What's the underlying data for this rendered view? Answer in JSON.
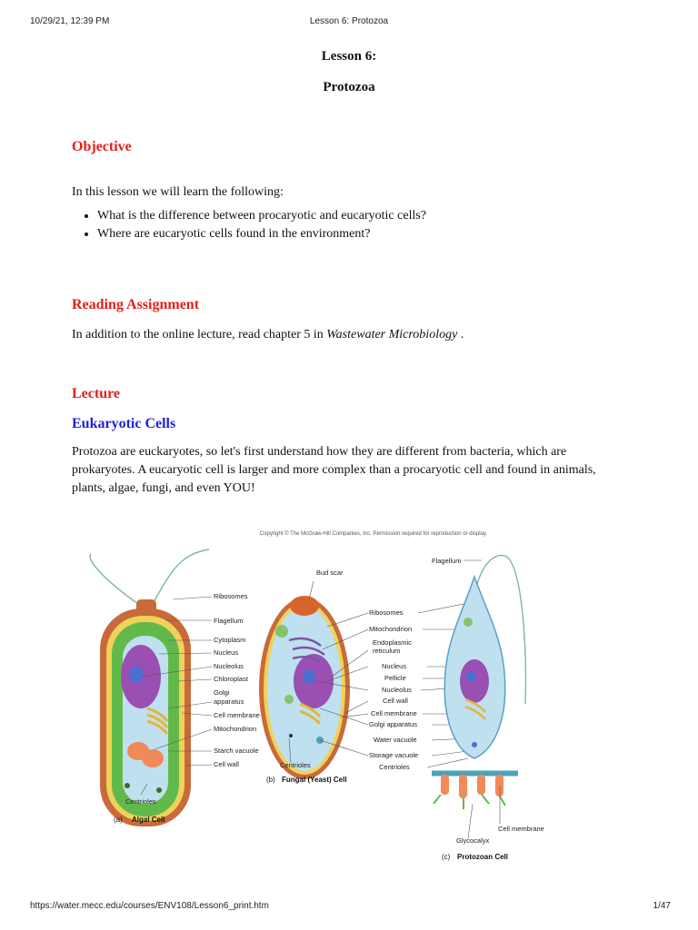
{
  "print_header": {
    "datetime": "10/29/21, 12:39 PM",
    "page_title": "Lesson 6: Protozoa"
  },
  "lesson": {
    "number_line": "Lesson 6:",
    "title": "Protozoa"
  },
  "objective": {
    "heading": "Objective",
    "intro": "In this lesson we will learn the following:",
    "bullets": [
      "What is the difference between procaryotic and eucaryotic cells?",
      "Where are eucaryotic cells found in the environment?"
    ]
  },
  "reading": {
    "heading": "Reading Assignment",
    "text_before": "In addition to the online lecture, read chapter 5 in ",
    "book": "Wastewater Microbiology",
    "text_after": " ."
  },
  "lecture": {
    "heading": "Lecture",
    "subheading": "Eukaryotic Cells",
    "para_lines": [
      "Protozoa are euckaryotes, so let's first understand how they are different from bacteria, which are",
      "prokaryotes. A eucaryotic cell is larger and more complex than a procaryotic cell and found in animals,",
      "plants, algae, fungi, and even YOU!"
    ]
  },
  "figure": {
    "copyright": "Copyright © The McGraw-Hill Companies, Inc. Permission required for reproduction or display.",
    "algal": {
      "labels": [
        "Ribosomes",
        "Flagellum",
        "Cytoplasm",
        "Nucleus",
        "Nucleolus",
        "Chloroplast",
        "Golgi",
        "apparatus",
        "Cell membrane",
        "Mitochondrion",
        "Starch vacuole",
        "Cell wall"
      ],
      "bottom_label": "Centrioles",
      "caption_letter": "(a)",
      "caption": "Algal Cell"
    },
    "fungal": {
      "top_label": "Bud scar",
      "bottom_label": "Centrioles",
      "caption_letter": "(b)",
      "caption": "Fungal (Yeast) Cell"
    },
    "shared_labels": [
      "Ribosomes",
      "Mitochondrion",
      "Endoplasmic",
      "reticulum",
      "Nucleus",
      "Pellicle",
      "Nucleolus",
      "Cell wall",
      "Cell membrane",
      "Golgi apparatus",
      "Water vacuole",
      "Storage vacuole",
      "Centrioles"
    ],
    "protozoan": {
      "top_label": "Flagellum",
      "labels": [
        "Cell membrane",
        "Glycocalyx"
      ],
      "caption_letter": "(c)",
      "caption": "Protozoan Cell"
    }
  },
  "print_footer": {
    "url": "https://water.mecc.edu/courses/ENV108/Lesson6_print.htm",
    "page": "1/47"
  }
}
